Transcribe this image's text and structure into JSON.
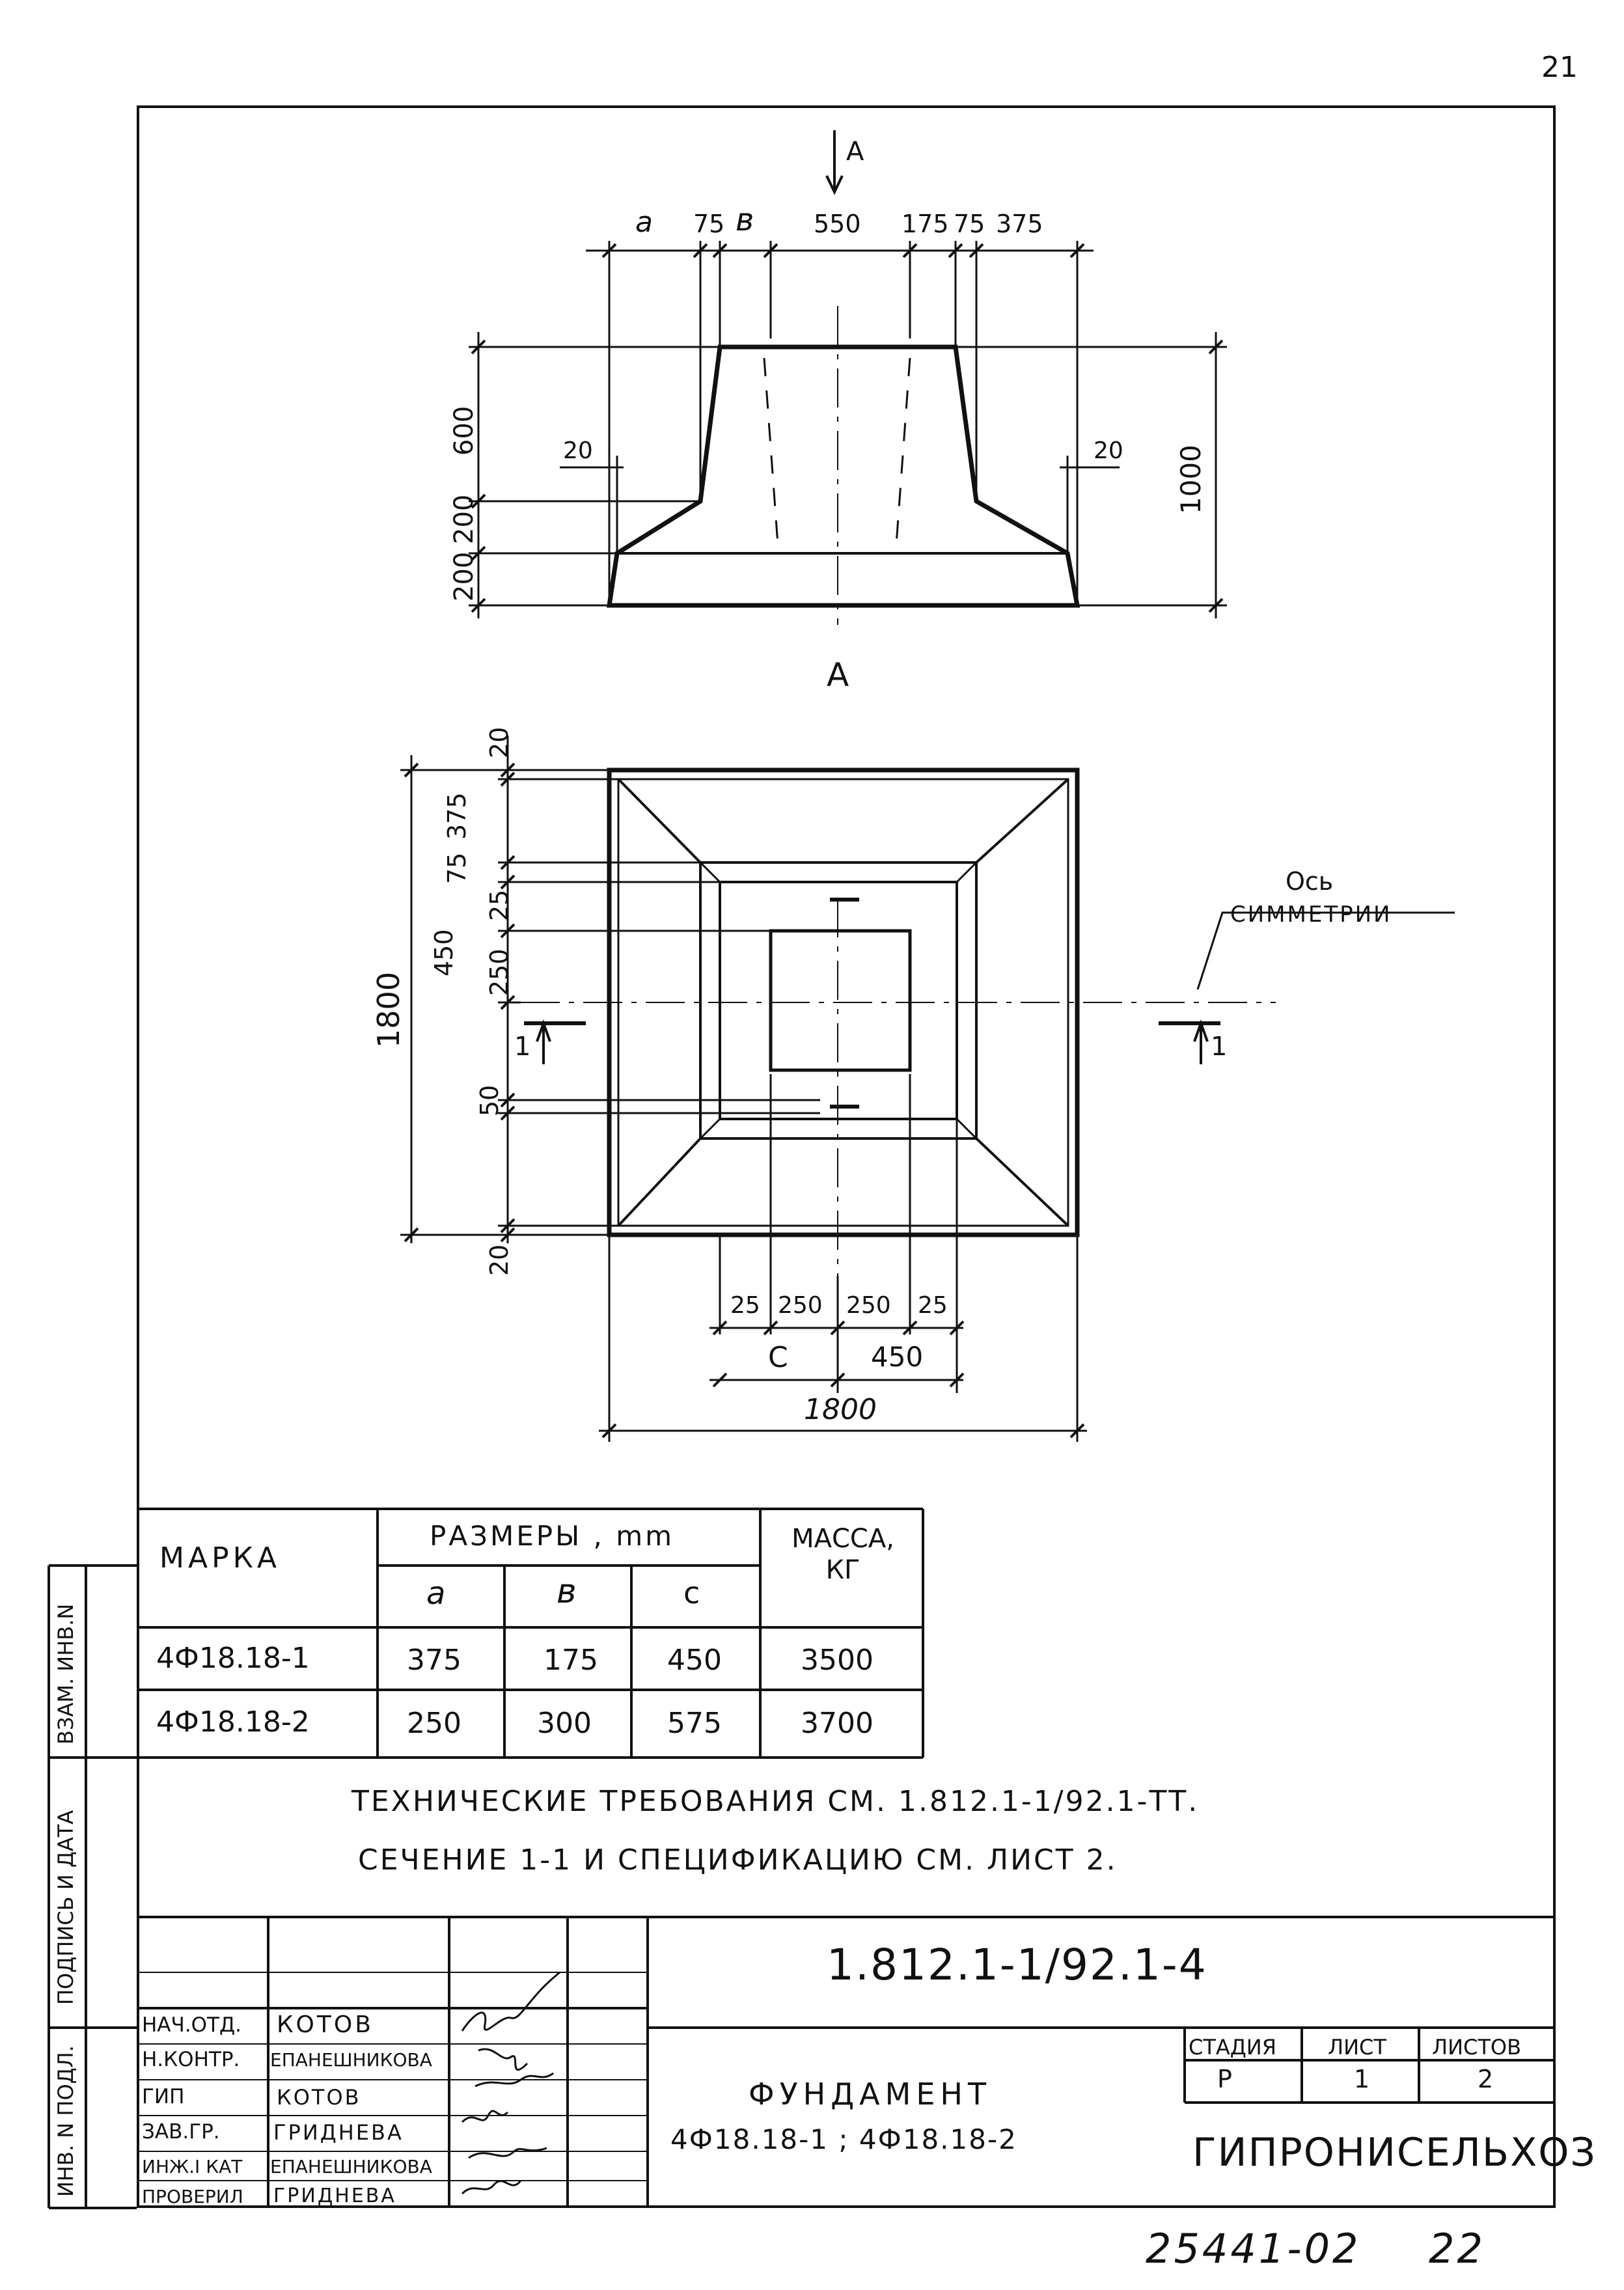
{
  "page_number": "21",
  "section_label": "A",
  "plan_view_label": "A",
  "axis_label": {
    "line1": "Ось",
    "line2": "СИММЕТРИИ"
  },
  "section_mark": "1",
  "elevation_dims": {
    "top": [
      "a",
      "75",
      "в",
      "550",
      "175",
      "75",
      "375"
    ],
    "left": [
      "600",
      "200",
      "200"
    ],
    "ledge_left": "20",
    "ledge_right": "20",
    "total_height": "1000"
  },
  "plan_dims": {
    "left": [
      "20",
      "375",
      "75",
      "25",
      "250",
      "450",
      "50",
      "20"
    ],
    "total": "1800",
    "bottom_inner": [
      "25",
      "250",
      "250",
      "25"
    ],
    "c_label": "С",
    "half": "450",
    "bottom_total": "1800"
  },
  "table": {
    "col_mark": "МАРКА",
    "col_dims": "РАЗМЕРЫ , mm",
    "col_mass": "МАССА, КГ",
    "sub": [
      "a",
      "в",
      "c"
    ],
    "rows": [
      {
        "mark": "4Ф18.18-1",
        "a": "375",
        "b": "175",
        "c": "450",
        "mass": "3500"
      },
      {
        "mark": "4Ф18.18-2",
        "a": "250",
        "b": "300",
        "c": "575",
        "mass": "3700"
      }
    ]
  },
  "notes": [
    "ТЕХНИЧЕСКИЕ ТРЕБОВАНИЯ СМ. 1.812.1-1/92.1-ТТ.",
    "СЕЧЕНИЕ 1-1 И СПЕЦИФИКАЦИЮ СМ. ЛИСТ 2."
  ],
  "side_stamp": [
    "ВЗАМ. ИНВ.N",
    "ПОДПИСЬ И ДАТА",
    "ИНВ. N ПОДЛ."
  ],
  "title_block": {
    "doc_code": "1.812.1-1/92.1-4",
    "roles": [
      {
        "role": "НАЧ.ОТД.",
        "name": "КОТОВ"
      },
      {
        "role": "Н.КОНТР.",
        "name": "ЕПАНЕШНИКОВА"
      },
      {
        "role": "ГИП",
        "name": "КОТОВ"
      },
      {
        "role": "ЗАВ.ГР.",
        "name": "ГРИДНЕВА"
      },
      {
        "role": "ИНЖ.I КАТ",
        "name": "ЕПАНЕШНИКОВА"
      },
      {
        "role": "ПРОВЕРИЛ",
        "name": "ГРИДНЕВА"
      }
    ],
    "title_line1": "ФУНДАМЕНТ",
    "title_line2": "4Ф18.18-1 ; 4Ф18.18-2",
    "stage_label": "СТАДИЯ",
    "sheet_label": "ЛИСТ",
    "sheets_label": "ЛИСТОВ",
    "stage": "Р",
    "sheet": "1",
    "sheets": "2",
    "org": "ГИПРОНИСЕЛЬХОЗ"
  },
  "bottom_number": "25441-02",
  "bottom_sheet": "22"
}
